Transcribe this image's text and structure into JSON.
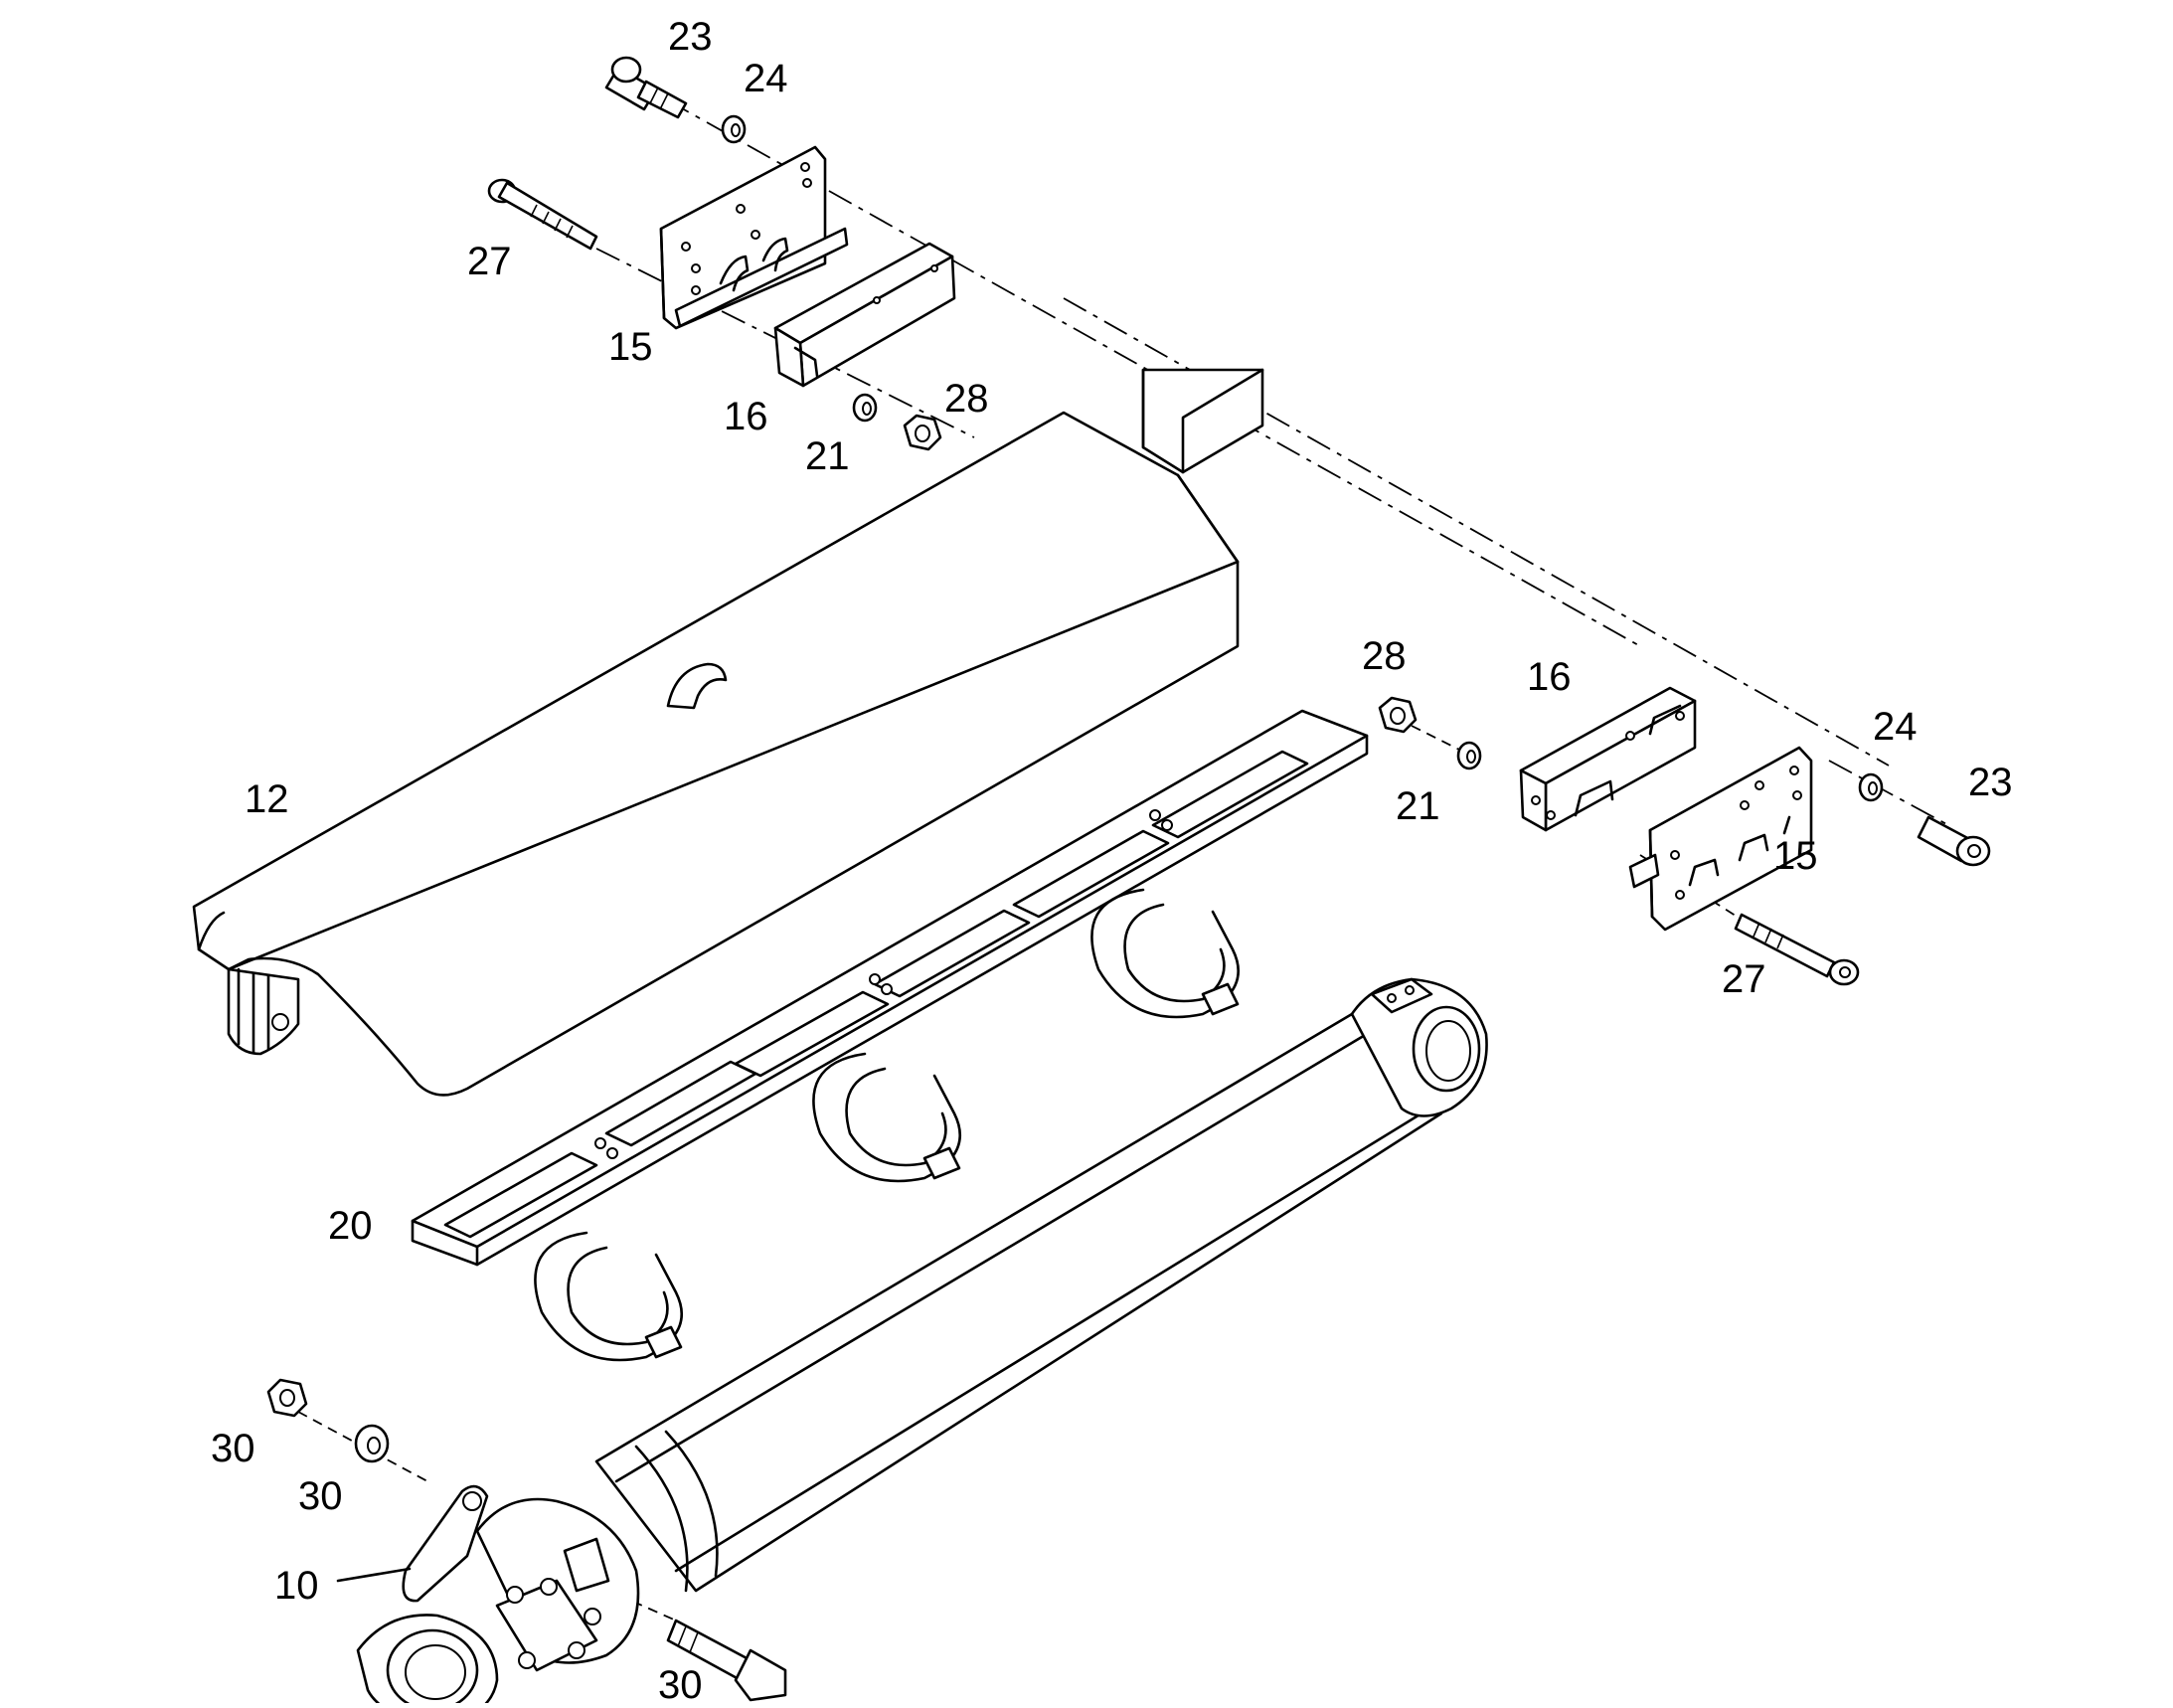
{
  "callouts": {
    "c23a": "23",
    "c24a": "24",
    "c27a": "27",
    "c15a": "15",
    "c16a": "16",
    "c21a": "21",
    "c28a": "28",
    "c12": "12",
    "c28b": "28",
    "c16b": "16",
    "c21b": "21",
    "c24b": "24",
    "c23b": "23",
    "c15b": "15",
    "c27b": "27",
    "c20": "20",
    "c30a": "30",
    "c30b": "30",
    "c10": "10",
    "c30c": "30"
  },
  "colors": {
    "line": "#000000",
    "background": "#ffffff"
  }
}
